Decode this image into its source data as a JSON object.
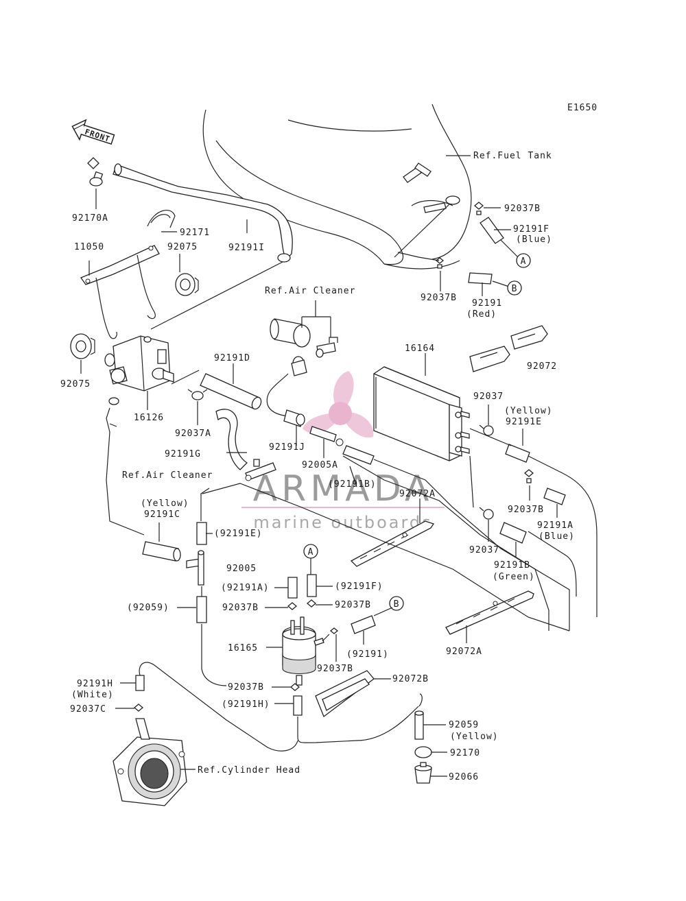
{
  "diagram_code": "E1650",
  "front_label": "FRONT",
  "watermark": {
    "brand": "ARMADA",
    "tagline": "marine outboards",
    "color": "#e5a8c6"
  },
  "refs": {
    "fuel_tank": "Ref.Fuel Tank",
    "air_cleaner_top": "Ref.Air Cleaner",
    "air_cleaner_left": "Ref.Air Cleaner",
    "cylinder_head": "Ref.Cylinder Head"
  },
  "connectors": {
    "A": "A",
    "B": "B"
  },
  "parts": {
    "p92170A": "92170A",
    "p92171": "92171",
    "p921911": "92191I",
    "p11050": "11050",
    "p92075_top": "92075",
    "p92075_left": "92075",
    "p16126": "16126",
    "p92191D": "92191D",
    "p92037A": "92037A",
    "p92191G": "92191G",
    "p92191J": "92191J",
    "p92005A": "92005A",
    "p92191B_paren": "(92191B)",
    "p92072A_mid": "92072A",
    "p16164": "16164",
    "p92072": "92072",
    "p92037_top": "92037",
    "p92191E_yellow_color": "(Yellow)",
    "p92191E": "92191E",
    "p92037B_right": "92037B",
    "p92191A": "92191A",
    "p92191A_color": "(Blue)",
    "p92037_mid": "92037",
    "p92191B": "92191B",
    "p92191B_color": "(Green)",
    "p92072A_low": "92072A",
    "p92037B_tank": "92037B",
    "p92191F": "92191F",
    "p92191F_color": "(Blue)",
    "p92037B_tank2": "92037B",
    "p92191_red": "92191",
    "p92191_red_color": "(Red)",
    "p92191C_color": "(Yellow)",
    "p92191C": "92191C",
    "p92191E_paren": "(92191E)",
    "p92005": "92005",
    "p92191A_paren": "(92191A)",
    "p92191F_paren": "(92191F)",
    "p92037B_l1": "92037B",
    "p92037B_r1": "92037B",
    "p92059_paren": "(92059)",
    "p16165": "16165",
    "p92191_paren": "(92191)",
    "p92037B_low": "92037B",
    "p92037B_bottom": "92037B",
    "p92072B": "92072B",
    "p92191H": "92191H",
    "p92191H_color": "(White)",
    "p92037C": "92037C",
    "p92191H_paren": "(92191H)",
    "p92059": "92059",
    "p92059_color": "(Yellow)",
    "p92170": "92170",
    "p92066": "92066"
  }
}
